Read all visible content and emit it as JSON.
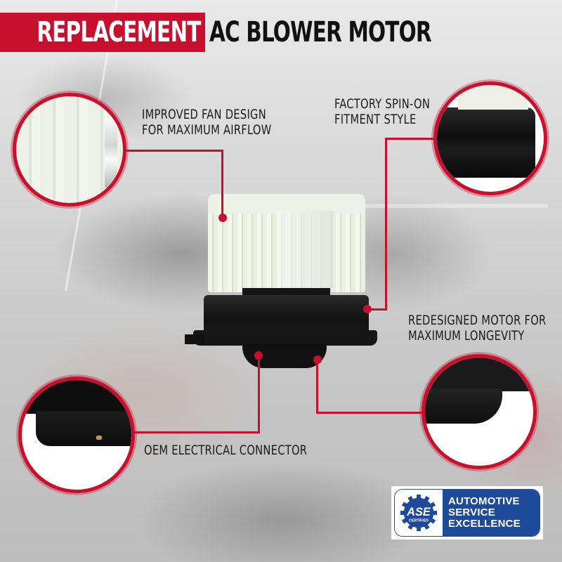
{
  "title": {
    "highlight": "REPLACEMENT",
    "rest": "AC BLOWER MOTOR"
  },
  "callouts": [
    {
      "id": "fan",
      "lines": [
        "IMPROVED FAN DESIGN",
        "FOR MAXIMUM AIRFLOW"
      ]
    },
    {
      "id": "fitment",
      "lines": [
        "FACTORY SPIN-ON",
        "FITMENT STYLE"
      ]
    },
    {
      "id": "motor",
      "lines": [
        "REDESIGNED MOTOR FOR",
        "MAXIMUM LONGEVITY"
      ]
    },
    {
      "id": "connector",
      "lines": [
        "OEM ELECTRICAL CONNECTOR"
      ]
    }
  ],
  "badge": {
    "logo_text": "ASE",
    "logo_subtext": "CERTIFIED",
    "lines": [
      "AUTOMOTIVE",
      "SERVICE",
      "EXCELLENCE"
    ]
  },
  "colors": {
    "accent_red": "#c8102e",
    "ase_blue": "#1e4a9a",
    "text_dark": "#1a1a1a"
  }
}
